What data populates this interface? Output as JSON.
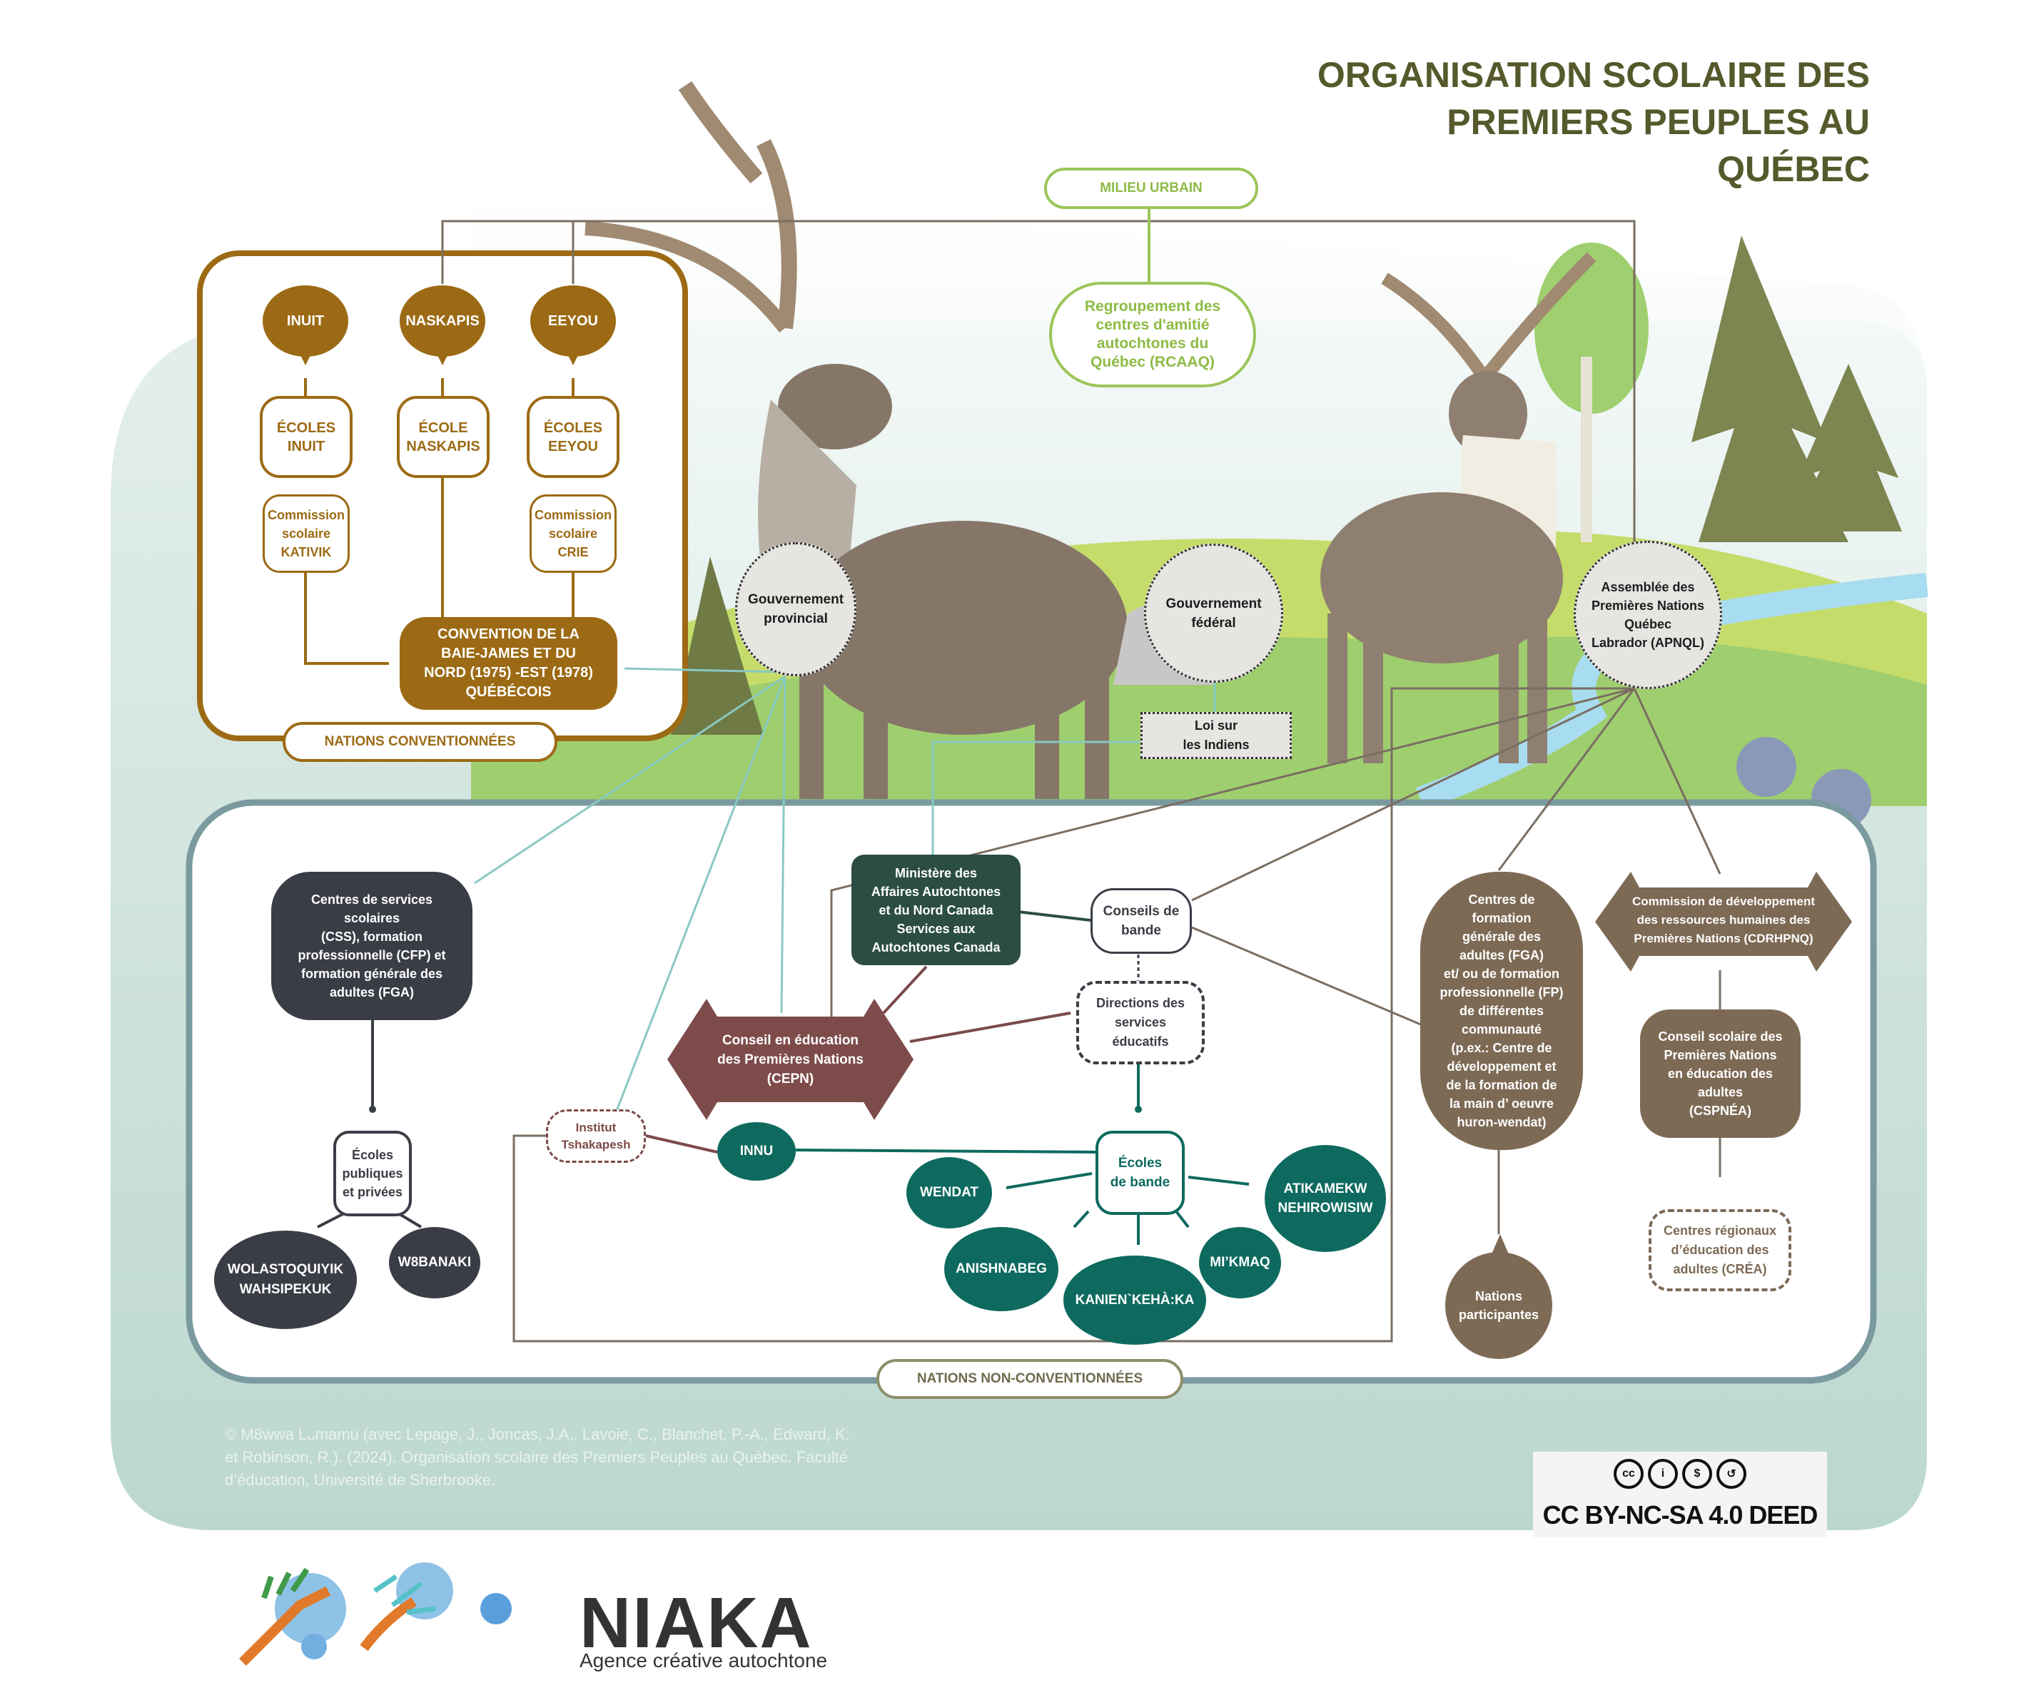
{
  "title": {
    "line1": "ORGANISATION SCOLAIRE DES",
    "line2": "PREMIERS PEUPLES AU QUÉBEC"
  },
  "colors": {
    "title": "#55592b",
    "conventionnees": "#9c6a14",
    "urbain": "#9bc55a",
    "non_conventionnees_frame": "#7a9aa0",
    "css_dark": "#3a3d45",
    "ministere": "#2b4d44",
    "cepn": "#7e4b4b",
    "ecoles_bande_teal": "#0e6a5f",
    "apnql_taupe": "#7d6a55"
  },
  "milieu_urbain": {
    "tag": "MILIEU URBAIN",
    "rcaaq": "Regroupement des\ncentres d'amitié\nautochtones du\nQuébec (RCAAQ)"
  },
  "conventionnees": {
    "tag": "NATIONS CONVENTIONNÉES",
    "nations": [
      {
        "name": "INUIT",
        "ecoles": "ÉCOLES\nINUIT",
        "commission": "Commission\nscolaire\nKATIVIK"
      },
      {
        "name": "NASKAPIS",
        "ecoles": "ÉCOLE\nNASKAPIS",
        "commission": ""
      },
      {
        "name": "EEYOU",
        "ecoles": "ÉCOLES\nEEYOU",
        "commission": "Commission\nscolaire\nCRIE"
      }
    ],
    "convention": "CONVENTION DE LA\nBAIE-JAMES ET DU\nNORD (1975) -EST (1978)\nQUÉBÉCOIS"
  },
  "governments": {
    "provincial": "Gouvernement\nprovincial",
    "federal": "Gouvernement\nfédéral",
    "loi": "Loi sur\nles Indiens",
    "apnql": "Assemblée des\nPremières Nations\nQuébec\nLabrador (APNQL)"
  },
  "non_conventionnees": {
    "tag": "NATIONS NON-CONVENTIONNÉES",
    "css": "Centres de services\nscolaires\n(CSS), formation\nprofessionnelle (CFP) et\nformation générale des\nadultes (FGA)",
    "ecoles_publiques": "Écoles\npubliques\net privées",
    "wolastoqiyik": "WOLASTOQUIYIK\nWAHSIPEKUK",
    "w8banaki": "W8BANAKI",
    "ministere": "Ministère des\nAffaires Autochtones\net du Nord Canada\nServices aux\nAutochtones Canada",
    "conseils_bande": "Conseils de\nbande",
    "directions": "Directions des\nservices\néducatifs",
    "cepn": "Conseil en éducation\ndes Premières Nations\n(CEPN)",
    "institut": "Institut\nTshakapesh",
    "innu": "INNU",
    "ecoles_bande": "Écoles\nde bande",
    "wendat": "WENDAT",
    "atikamekw": "ATIKAMEKW\nNEHIROWISIW",
    "anishnabeg": "ANISHNABEG",
    "mikmaq": "MI’KMAQ",
    "kanien": "KANIEN`KEHÀ:KA",
    "centres_fga": "Centres de\nformation\ngénérale des\nadultes (FGA)\net/ ou de formation\nprofessionnelle (FP)\nde différentes\ncommunauté\n(p.ex.: Centre de\ndéveloppement et\nde la formation de\nla main d’ oeuvre\nhuron-wendat)",
    "nations_participantes": "Nations\nparticipantes",
    "cdrhpnq": "Commission de développement\ndes ressources humaines des\nPremières Nations (CDRHPNQ)",
    "cspnea": "Conseil scolaire des\nPremières Nations\nen éducation des\nadultes\n(CSPNÉA)",
    "crea": "Centres régionaux\nd’éducation des\nadultes (CRÉA)"
  },
  "credit": "© M8wwa L᎑mamu (avec Lepage, J., Joncas, J.A., Lavoie, C., Blanchet, P.-A., Edward, K. et Robinson, R.). (2024). Organisation scolaire des Premiers Peuples au Québec. Faculté d’éducation, Université de Sherbrooke.",
  "license": {
    "icons": [
      "cc",
      "by",
      "nc",
      "sa"
    ],
    "icon_glyphs": [
      "cc",
      "i",
      "$",
      "↺"
    ],
    "text": "CC BY-NC-SA 4.0 DEED"
  },
  "logos": {
    "niaka": "NIAKA",
    "niaka_sub": "Agence créative autochtone"
  }
}
